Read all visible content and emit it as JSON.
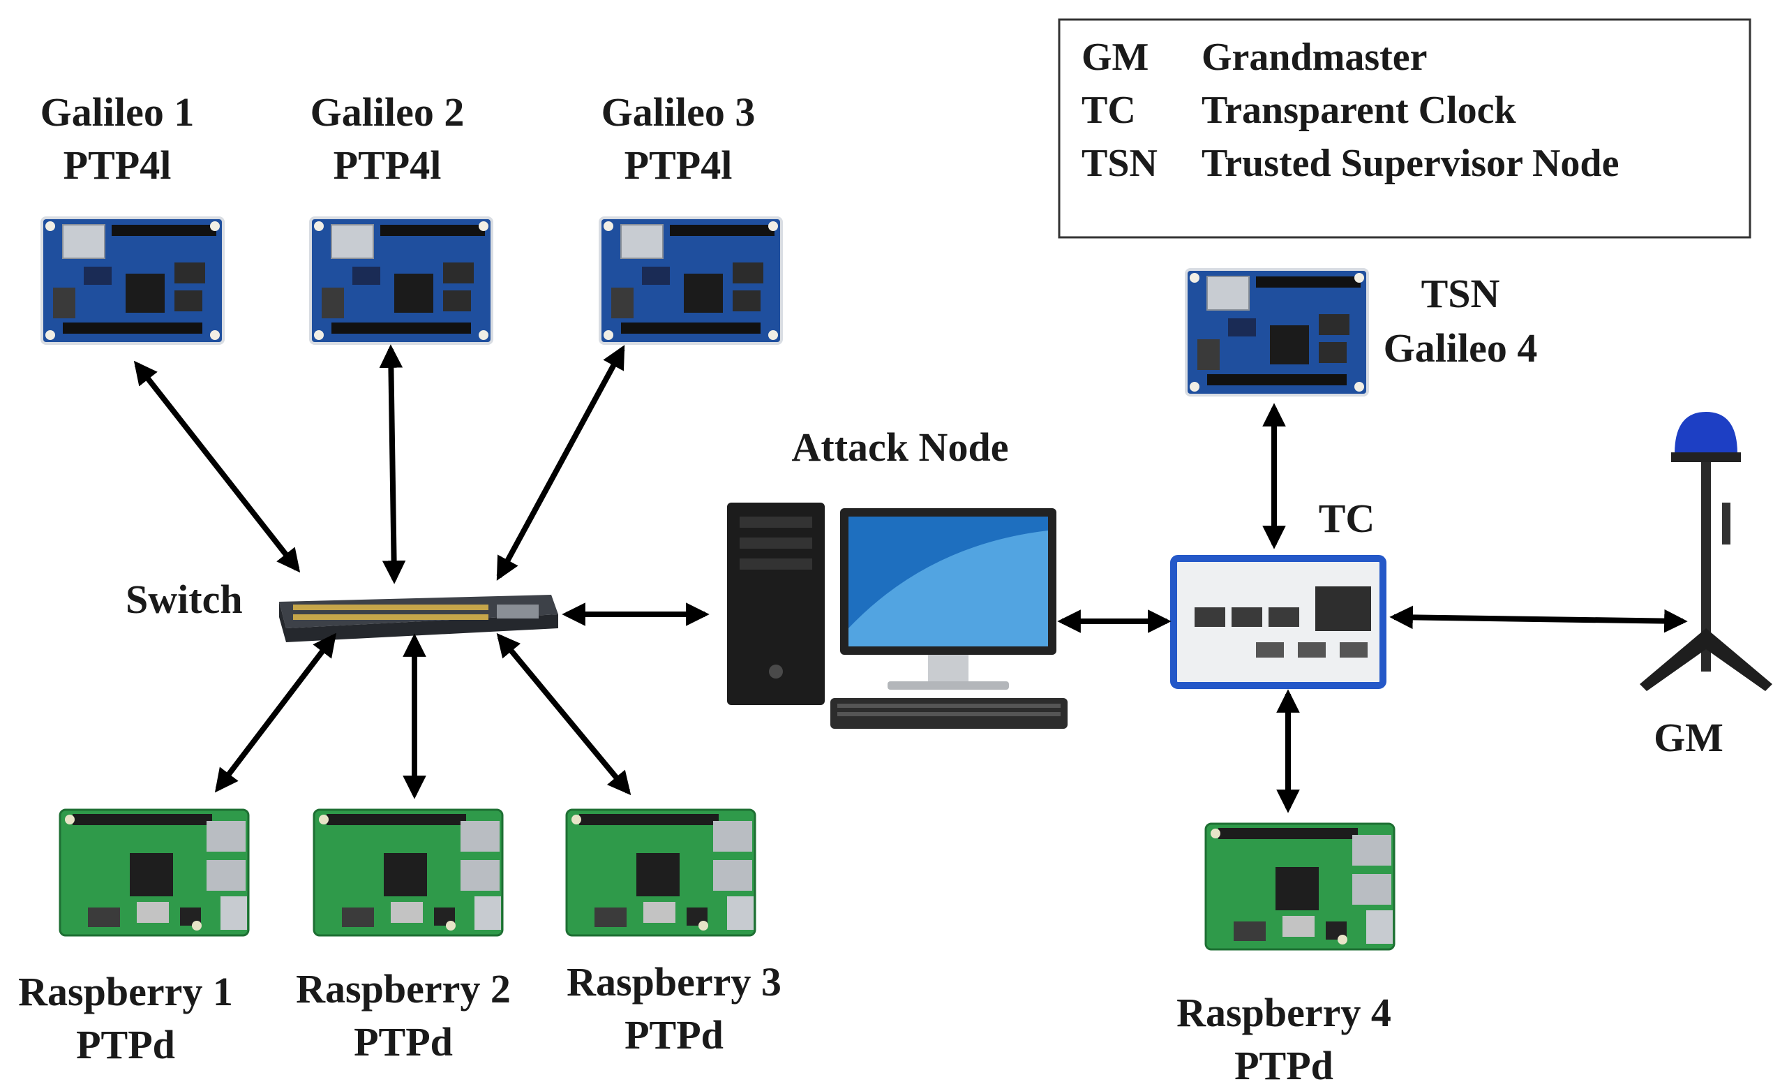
{
  "legend": {
    "rows": [
      {
        "abbr": "GM",
        "meaning": "Grandmaster"
      },
      {
        "abbr": "TC",
        "meaning": "Transparent Clock"
      },
      {
        "abbr": "TSN",
        "meaning": "Trusted Supervisor Node"
      }
    ]
  },
  "nodes": {
    "galileo1": {
      "line1": "Galileo 1",
      "line2": "PTP4l"
    },
    "galileo2": {
      "line1": "Galileo 2",
      "line2": "PTP4l"
    },
    "galileo3": {
      "line1": "Galileo 3",
      "line2": "PTP4l"
    },
    "galileo4": {
      "line1": "TSN",
      "line2": "Galileo 4"
    },
    "raspberry1": {
      "line1": "Raspberry 1",
      "line2": "PTPd"
    },
    "raspberry2": {
      "line1": "Raspberry 2",
      "line2": "PTPd"
    },
    "raspberry3": {
      "line1": "Raspberry 3",
      "line2": "PTPd"
    },
    "raspberry4": {
      "line1": "Raspberry 4",
      "line2": "PTPd"
    },
    "switch": {
      "label": "Switch"
    },
    "attack": {
      "label": "Attack Node"
    },
    "tc": {
      "label": "TC"
    },
    "gm": {
      "label": "GM"
    }
  },
  "colors": {
    "galileo_board": "#1f4f9e",
    "raspberry_board": "#2f9a4a",
    "tc_frame": "#2458c8",
    "gm_dome": "#1d3fc4",
    "arrow": "#000000"
  }
}
